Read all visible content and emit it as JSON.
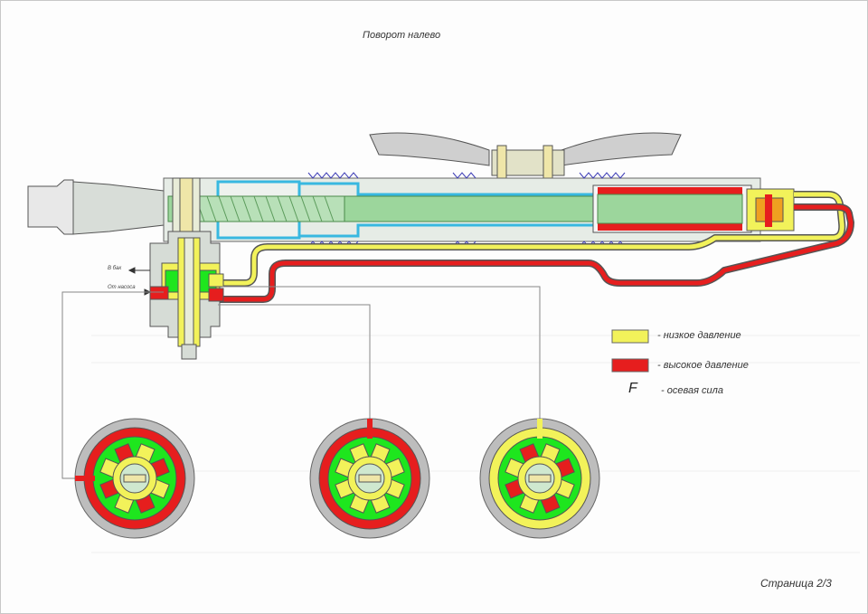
{
  "title": "Поворот налево",
  "page_label": "Страница 2/3",
  "port_labels": {
    "to_tank": "В бак",
    "from_pump": "От насоса"
  },
  "legend": {
    "low_pressure": {
      "label": "- низкое давление",
      "color": "#f2f25a"
    },
    "high_pressure": {
      "label": "- высокое давление",
      "color": "#e61e1e"
    },
    "axial_force": {
      "symbol": "F",
      "label": "- осевая сила"
    }
  },
  "colors": {
    "low": "#f2f25a",
    "high": "#e61e1e",
    "green": "#1ee61e",
    "housing": "#d2dcd2",
    "shaft": "#9cd69c",
    "cyan": "#38b8e0",
    "grey": "#bdbdbd"
  }
}
